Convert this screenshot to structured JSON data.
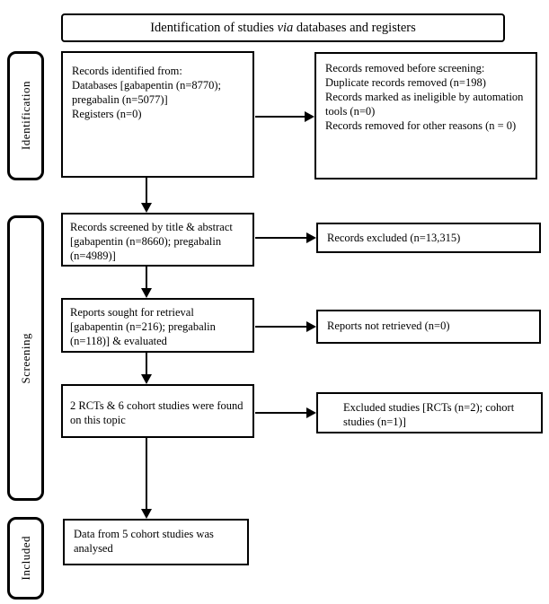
{
  "title": {
    "pre": "Identification of studies ",
    "italic": "via",
    "post": " databases and registers"
  },
  "phases": {
    "identification": "Identification",
    "screening": "Screening",
    "included": "Included"
  },
  "boxes": {
    "records_identified": {
      "heading": "Records identified from:",
      "items": [
        "Databases [gabapentin (n=8770); pregabalin (n=5077)]",
        "Registers (n=0)"
      ]
    },
    "records_removed": {
      "heading": "Records removed before screening:",
      "items": [
        "Duplicate records removed (n=198)",
        "Records marked as ineligible by automation tools (n=0)",
        "Records removed for other reasons (n = 0)"
      ]
    },
    "records_screened": {
      "text": "Records screened by title & abstract [gabapentin (n=8660); pregabalin (n=4989)]"
    },
    "records_excluded": {
      "text": "Records excluded (n=13,315)"
    },
    "reports_sought": {
      "text": "Reports sought for retrieval [gabapentin (n=216); pregabalin (n=118)] & evaluated"
    },
    "reports_not_retrieved": {
      "text": "Reports not retrieved (n=0)"
    },
    "studies_found": {
      "text": "2 RCTs & 6 cohort studies were found on this topic"
    },
    "excluded_studies": {
      "text": "Excluded studies [RCTs (n=2); cohort studies (n=1)]"
    },
    "data_analysed": {
      "text": "Data from 5 cohort studies was analysed"
    }
  },
  "colors": {
    "border": "#000000",
    "text": "#000000",
    "background": "#ffffff"
  }
}
